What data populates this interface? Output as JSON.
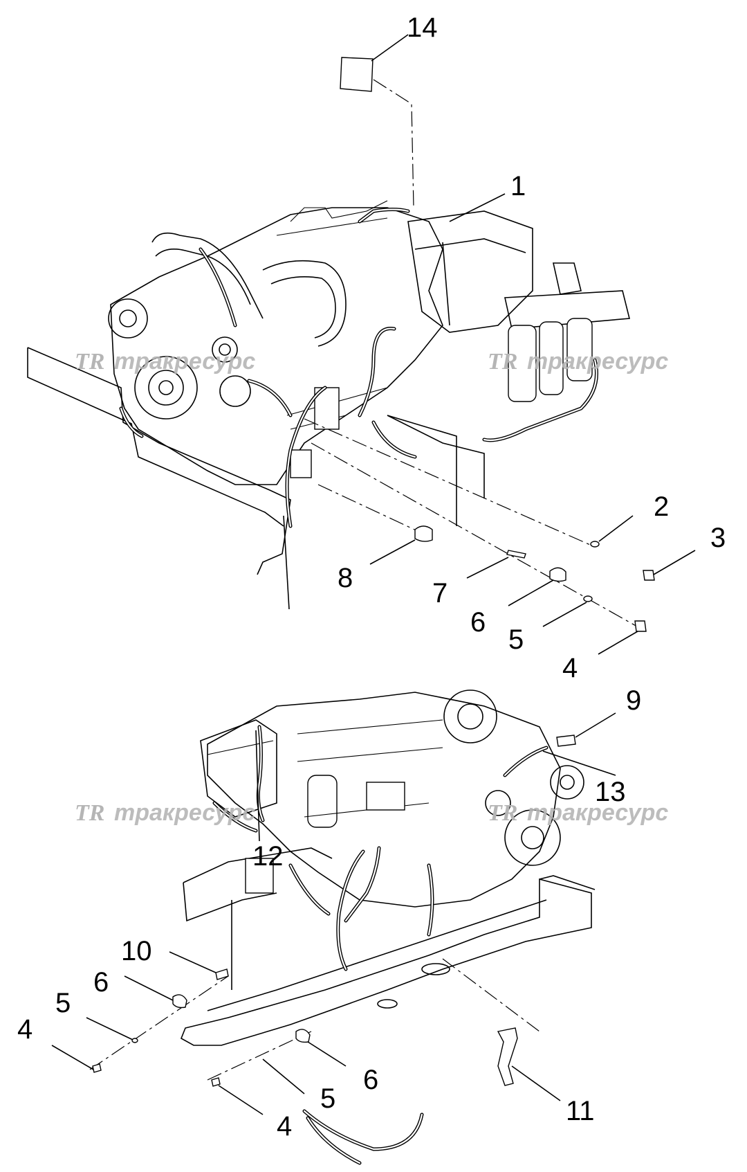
{
  "callouts": {
    "c1": "1",
    "c2": "2",
    "c3": "3",
    "c4a": "4",
    "c5a": "5",
    "c6a": "6",
    "c7": "7",
    "c8": "8",
    "c9": "9",
    "c10": "10",
    "c11": "11",
    "c12": "12",
    "c13": "13",
    "c14": "14",
    "c4b": "4",
    "c5b": "5",
    "c6b": "6",
    "c4c": "4",
    "c5c": "5",
    "c6c": "6"
  },
  "watermark": {
    "logo": "TR",
    "text": "тракресурс"
  },
  "colors": {
    "line": "#000000",
    "watermark": "#b5b5b5",
    "background": "#ffffff"
  }
}
